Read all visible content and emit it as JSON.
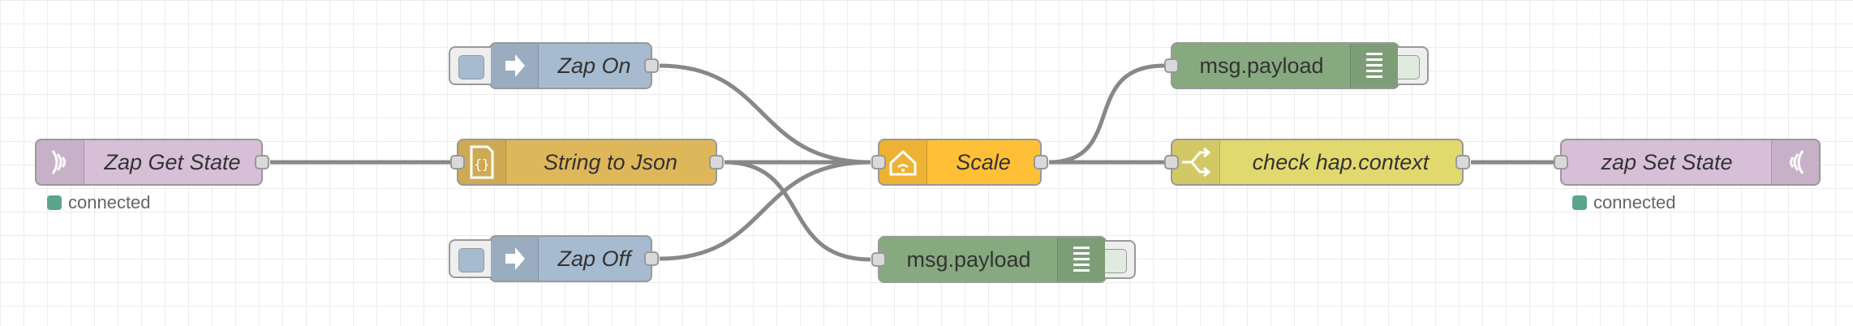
{
  "nodes": {
    "zap_get_state": {
      "label": "Zap Get State",
      "status": "connected",
      "color": "#d7bfd8",
      "icon": "broadcast-icon"
    },
    "zap_on": {
      "label": "Zap On",
      "color": "#a6bbcf",
      "icon": "inject-arrow-icon"
    },
    "string_to_json": {
      "label": "String to Json",
      "color": "#dfb75b",
      "icon": "json-braces-icon"
    },
    "zap_off": {
      "label": "Zap Off",
      "color": "#a6bbcf",
      "icon": "inject-arrow-icon"
    },
    "scale": {
      "label": "Scale",
      "color": "#ffc038",
      "icon": "homekit-icon"
    },
    "debug_top": {
      "label": "msg.payload",
      "color": "#87a980",
      "icon": "debug-list-icon"
    },
    "check_hap": {
      "label": "check hap.context",
      "color": "#e2d96e",
      "icon": "switch-icon"
    },
    "zap_set_state": {
      "label": "zap Set State",
      "status": "connected",
      "color": "#d7bfd8",
      "icon": "broadcast-icon"
    },
    "debug_bottom": {
      "label": "msg.payload",
      "color": "#87a980",
      "icon": "debug-list-icon"
    }
  },
  "wire_color": "#888888",
  "status_color": "#5ba58a"
}
